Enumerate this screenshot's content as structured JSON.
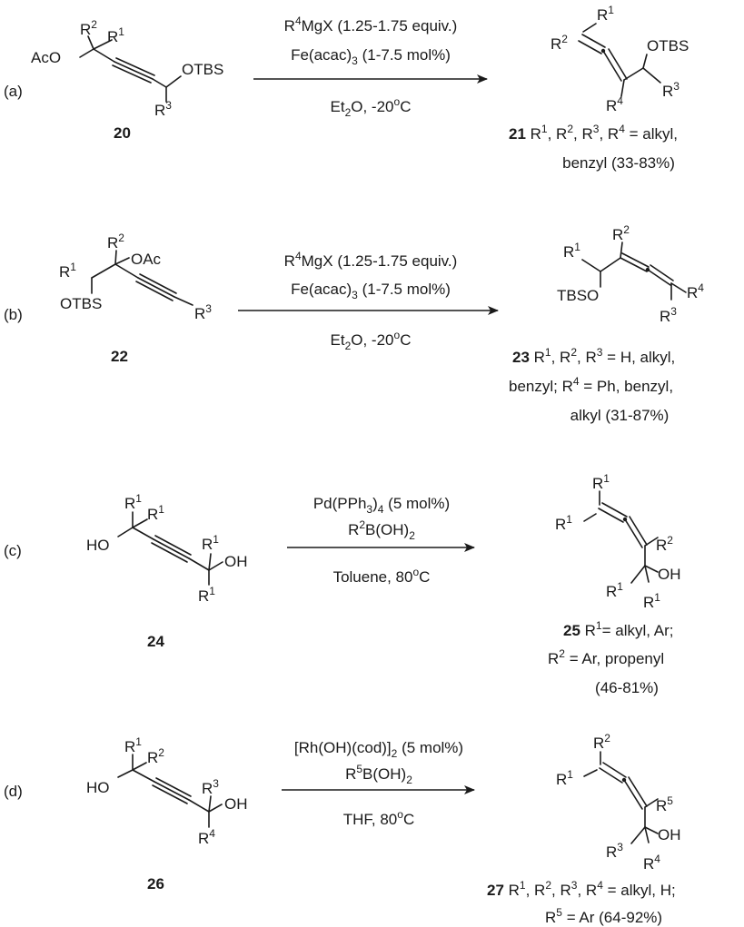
{
  "schemes": [
    {
      "label": "(a)",
      "reactant": {
        "compound_number": "20",
        "substituents": [
          "R2",
          "R1",
          "AcO",
          "OTBS",
          "R3"
        ]
      },
      "conditions": {
        "reagent": "R4MgX (1.25-1.75 equiv.)",
        "catalyst": "Fe(acac)3 (1-7.5 mol%)",
        "solvent_temp": "Et2O, -20oC"
      },
      "product": {
        "compound_number": "21",
        "substituents": [
          "R1",
          "R2",
          "OTBS",
          "R3",
          "R4"
        ],
        "scope_line1": "R1, R2, R3, R4 = alkyl,",
        "scope_line2": "benzyl (33-83%)"
      }
    },
    {
      "label": "(b)",
      "reactant": {
        "compound_number": "22",
        "substituents": [
          "R2",
          "OAc",
          "R1",
          "OTBS",
          "R3"
        ]
      },
      "conditions": {
        "reagent": "R4MgX (1.25-1.75 equiv.)",
        "catalyst": "Fe(acac)3 (1-7.5 mol%)",
        "solvent_temp": "Et2O, -20oC"
      },
      "product": {
        "compound_number": "23",
        "substituents": [
          "R1",
          "R2",
          "TBSO",
          "R4",
          "R3"
        ],
        "scope_line1": "R1, R2, R3 = H, alkyl,",
        "scope_line2": "benzyl; R4 = Ph, benzyl,",
        "scope_line3": "alkyl (31-87%)"
      }
    },
    {
      "label": "(c)",
      "reactant": {
        "compound_number": "24",
        "substituents": [
          "R1",
          "R1",
          "HO",
          "R1",
          "OH",
          "R1"
        ]
      },
      "conditions": {
        "catalyst": "Pd(PPh3)4 (5 mol%)",
        "reagent": "R2B(OH)2",
        "solvent_temp": "Toluene, 80oC"
      },
      "product": {
        "compound_number": "25",
        "substituents": [
          "R1",
          "R1",
          "R2",
          "OH",
          "R1",
          "R1"
        ],
        "scope_line1": "R1= alkyl, Ar;",
        "scope_line2": "R2 = Ar, propenyl",
        "scope_line3": "(46-81%)"
      }
    },
    {
      "label": "(d)",
      "reactant": {
        "compound_number": "26",
        "substituents": [
          "R1",
          "R2",
          "HO",
          "R3",
          "OH",
          "R4"
        ]
      },
      "conditions": {
        "catalyst": "[Rh(OH)(cod)]2 (5 mol%)",
        "reagent": "R5B(OH)2",
        "solvent_temp": "THF, 80oC"
      },
      "product": {
        "compound_number": "27",
        "substituents": [
          "R2",
          "R1",
          "R5",
          "OH",
          "R3",
          "R4"
        ],
        "scope_line1": "R1, R2, R3, R4 = alkyl, H;",
        "scope_line2": "R5 = Ar (64-92%)"
      }
    }
  ]
}
